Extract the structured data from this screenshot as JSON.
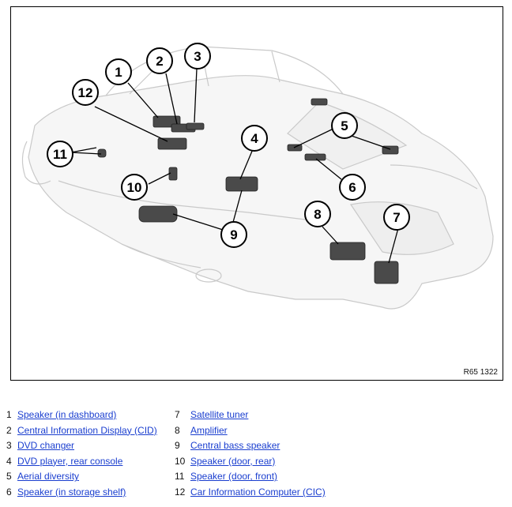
{
  "figure": {
    "reference": "R65 1322",
    "callouts": [
      "1",
      "2",
      "3",
      "4",
      "5",
      "5",
      "6",
      "7",
      "8",
      "9",
      "9",
      "10",
      "11",
      "11",
      "12"
    ]
  },
  "legend": {
    "left": [
      {
        "num": "1",
        "label": "Speaker (in dashboard)"
      },
      {
        "num": "2",
        "label": "Central Information Display (CID)"
      },
      {
        "num": "3",
        "label": "DVD changer"
      },
      {
        "num": "4",
        "label": "DVD player, rear console"
      },
      {
        "num": "5",
        "label": "Aerial diversity"
      },
      {
        "num": "6",
        "label": "Speaker (in storage shelf)"
      }
    ],
    "right": [
      {
        "num": "7",
        "label": "Satellite tuner"
      },
      {
        "num": "8",
        "label": "Amplifier"
      },
      {
        "num": "9",
        "label": "Central bass speaker"
      },
      {
        "num": "10",
        "label": "Speaker (door, rear)"
      },
      {
        "num": "11",
        "label": "Speaker (door, front)"
      },
      {
        "num": "12",
        "label": "Car Information Computer (CIC)"
      }
    ]
  }
}
